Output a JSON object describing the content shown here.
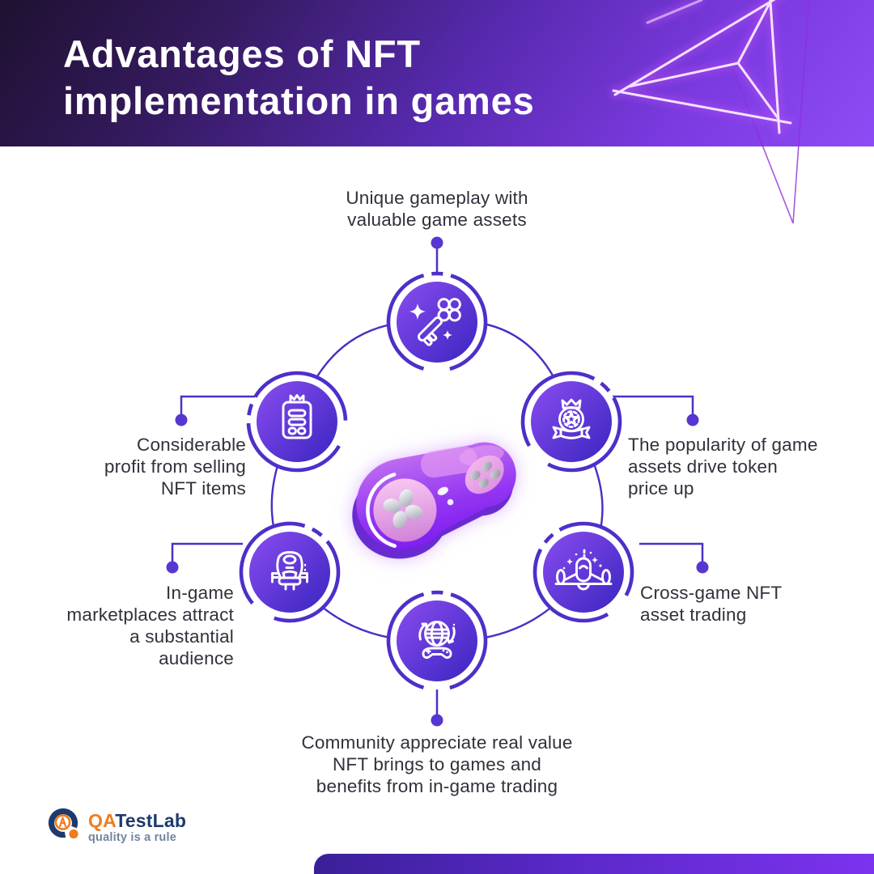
{
  "header": {
    "title": "Advantages of NFT\nimplementation in games",
    "decoration": "wireframe-tetrahedron"
  },
  "diagram": {
    "center_illustration": "purple-game-controller",
    "nodes": [
      {
        "icon": "key-icon",
        "label": "Unique gameplay with\nvaluable game assets"
      },
      {
        "icon": "medal-icon",
        "label": "The popularity of game\nassets drive token\nprice up"
      },
      {
        "icon": "spaceship-icon",
        "label": "Cross-game NFT\nasset trading"
      },
      {
        "icon": "globe-controller-icon",
        "label": "Community appreciate real value\nNFT brings to games and\nbenefits from in-game trading"
      },
      {
        "icon": "gaming-chair-icon",
        "label": "In-game\nmarketplaces attract\na substantial\naudience"
      },
      {
        "icon": "clipboard-icon",
        "label": "Considerable\nprofit from selling\nNFT items"
      }
    ]
  },
  "footer": {
    "logo": {
      "brand_qa": "QA",
      "brand_testlab": "TestLab",
      "tagline": "quality is a rule"
    }
  },
  "colors": {
    "header_gradient": [
      "#1e1130",
      "#5629ad",
      "#8d4cf5"
    ],
    "node_gradient": [
      "#8a4cf0",
      "#3a25c0"
    ],
    "node_ring": "#4e2fc9",
    "connector": "#4e30c6",
    "connector_dot": "#5737d1",
    "body_text": "#31313c",
    "logo_navy": "#1e3a6d",
    "logo_orange": "#f07c1e",
    "logo_tagline": "#72849f",
    "footer_bar_gradient": [
      "#3a2097",
      "#7c33ee"
    ]
  }
}
